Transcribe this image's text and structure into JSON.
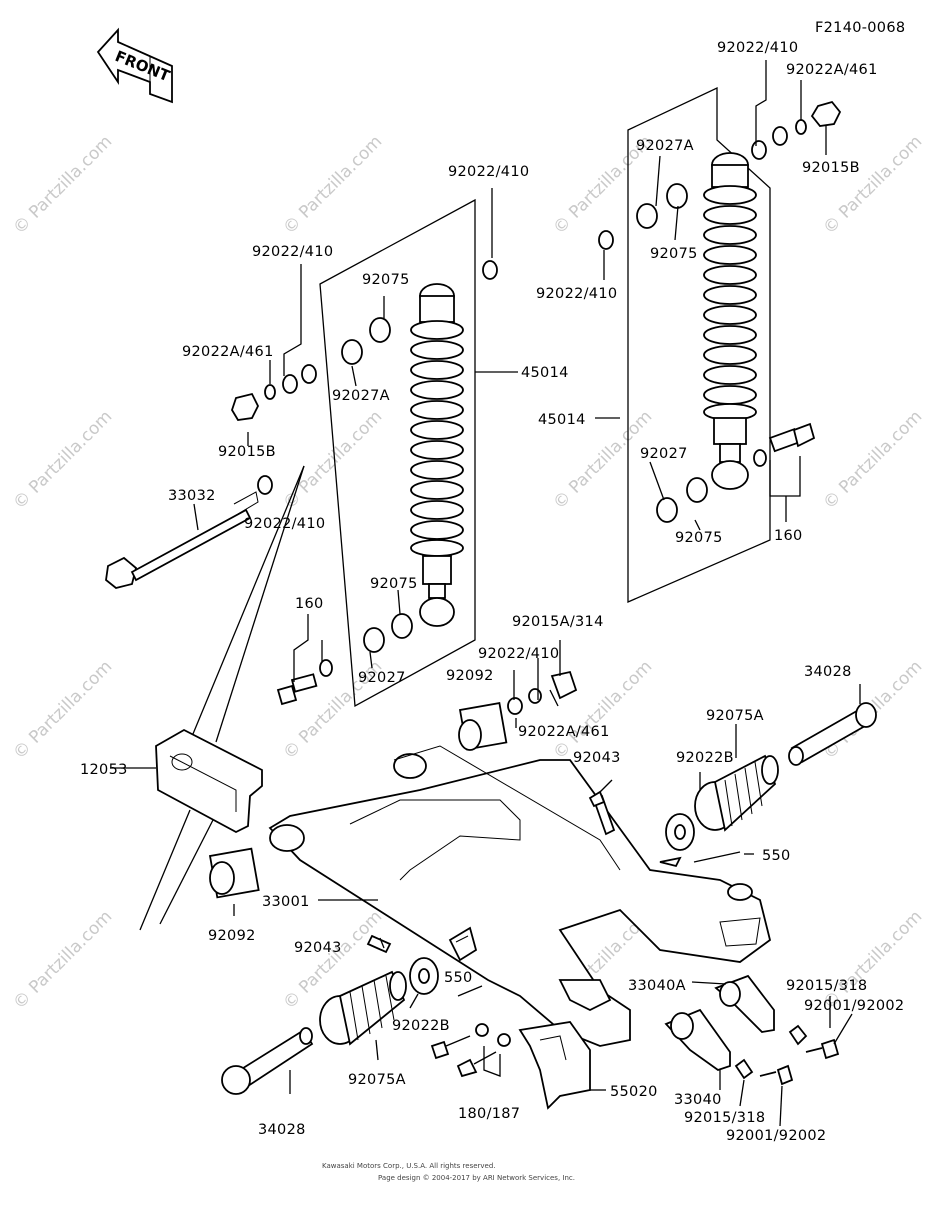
{
  "diagram_code": "F2140-0068",
  "front_label": "FRONT",
  "watermark": "© Partzilla.com",
  "footer_lines": [
    "Kawasaki Motors Corp., U.S.A. All rights reserved.",
    "Page design © 2004-2017 by ARI Network Services, Inc."
  ],
  "labels": {
    "l_92022_410_tr": "92022/410",
    "l_92022A_461_tr": "92022A/461",
    "l_92015B_tr": "92015B",
    "l_92027A_r": "92027A",
    "l_92075_r": "92075",
    "l_92022_410_rm": "92022/410",
    "l_45014_r": "45014",
    "l_92027_r": "92027",
    "l_92075_rb": "92075",
    "l_160_r": "160",
    "l_92022_410_ct": "92022/410",
    "l_92022_410_lt": "92022/410",
    "l_92075_l": "92075",
    "l_92022A_461_l": "92022A/461",
    "l_92027A_l": "92027A",
    "l_45014_l": "45014",
    "l_92015B_l": "92015B",
    "l_33032": "33032",
    "l_92022_410_lm": "92022/410",
    "l_92075_lb": "92075",
    "l_160_l": "160",
    "l_92027_l": "92027",
    "l_92015A_314": "92015A/314",
    "l_92022_410_c": "92022/410",
    "l_92092_c": "92092",
    "l_92022A_461_c": "92022A/461",
    "l_34028_r": "34028",
    "l_92075A_r": "92075A",
    "l_92043_r": "92043",
    "l_92022B_r": "92022B",
    "l_12053": "12053",
    "l_550_r": "550",
    "l_33001": "33001",
    "l_92092_l": "92092",
    "l_92043_l": "92043",
    "l_550_l": "550",
    "l_33040A": "33040A",
    "l_92015_318_t": "92015/318",
    "l_92001_92002_t": "92001/92002",
    "l_92022B_l": "92022B",
    "l_92075A_l": "92075A",
    "l_55020": "55020",
    "l_33040": "33040",
    "l_92015_318_b": "92015/318",
    "l_92001_92002_b": "92001/92002",
    "l_180_187": "180/187",
    "l_34028_l": "34028"
  }
}
